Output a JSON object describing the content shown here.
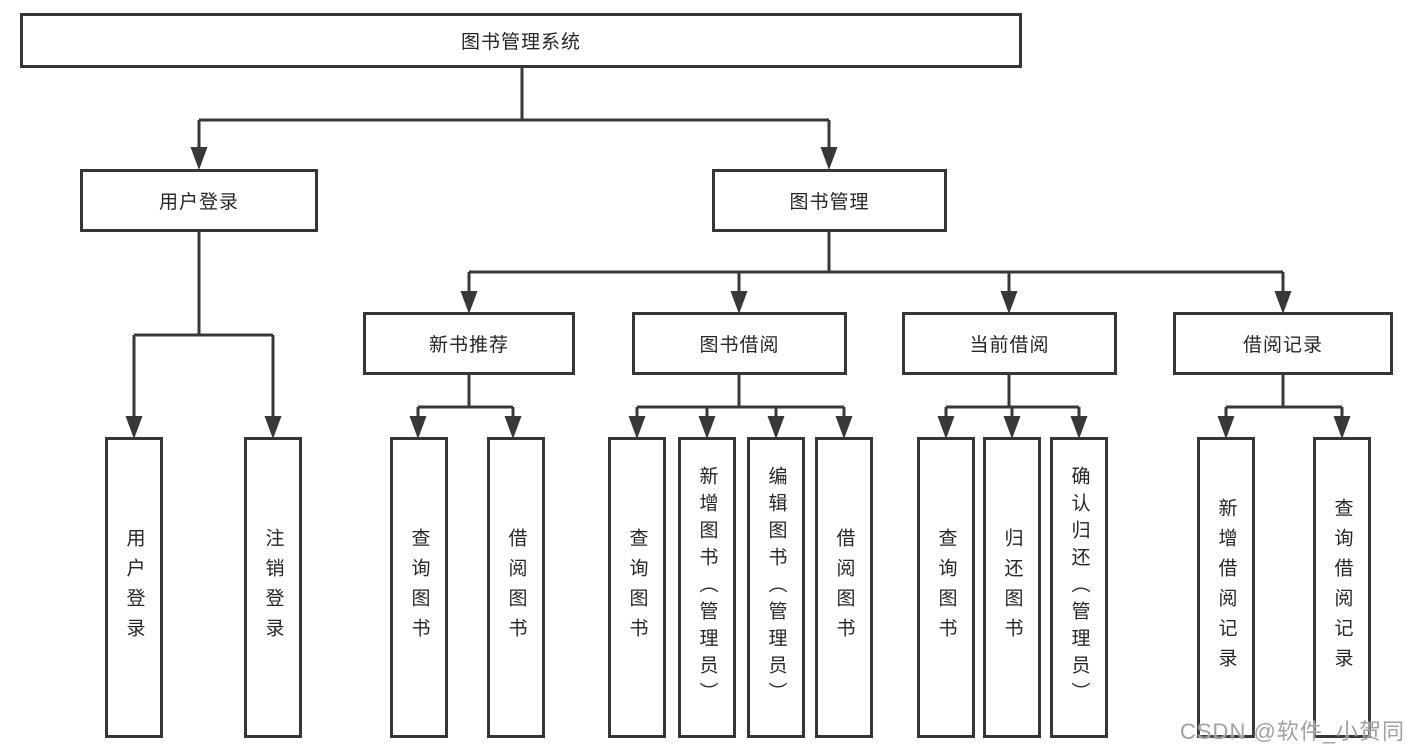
{
  "watermark": {
    "text": "CSDN @软件_小贺同学"
  },
  "diagram": {
    "root": {
      "label": "图书管理系统"
    },
    "user_login_branch": {
      "label": "用户登录",
      "children": [
        {
          "label": "用户登录"
        },
        {
          "label": "注销登录"
        }
      ]
    },
    "book_mgmt_branch": {
      "label": "图书管理",
      "sections": [
        {
          "label": "新书推荐",
          "children": [
            {
              "label": "查询图书"
            },
            {
              "label": "借阅图书"
            }
          ]
        },
        {
          "label": "图书借阅",
          "children": [
            {
              "label": "查询图书"
            },
            {
              "label": "新增图书（管理员）"
            },
            {
              "label": "编辑图书（管理员）"
            },
            {
              "label": "借阅图书"
            }
          ]
        },
        {
          "label": "当前借阅",
          "children": [
            {
              "label": "查询图书"
            },
            {
              "label": "归还图书"
            },
            {
              "label": "确认归还（管理员）"
            }
          ]
        },
        {
          "label": "借阅记录",
          "children": [
            {
              "label": "新增借阅记录"
            },
            {
              "label": "查询借阅记录"
            }
          ]
        }
      ]
    }
  }
}
